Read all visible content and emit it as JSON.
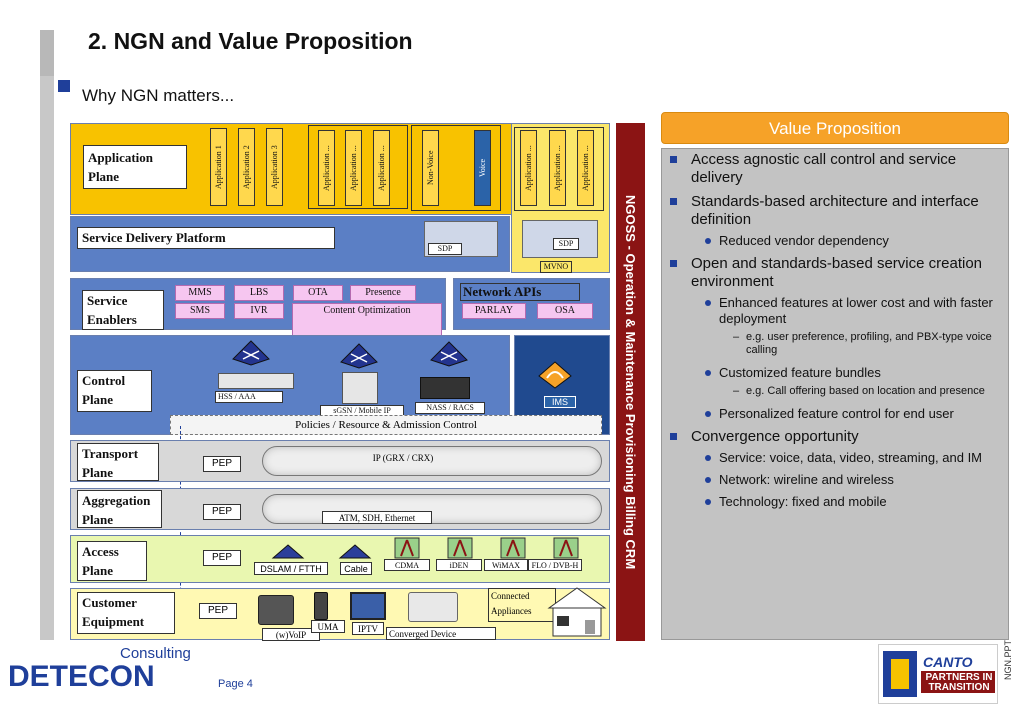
{
  "slide": {
    "title": "2. NGN and Value Proposition",
    "subtitle": "Why NGN matters..."
  },
  "diagram": {
    "app_plane": "Application Plane",
    "apps_group1": [
      "Application 1",
      "Application 2",
      "Application 3"
    ],
    "apps_group2": [
      "Application ...",
      "Application ...",
      "Application ..."
    ],
    "voice_group": [
      "Non-Voice",
      "Voice"
    ],
    "apps_mvno": [
      "Application ...",
      "Application ...",
      "Application ..."
    ],
    "sdp_label": "Service Delivery Platform",
    "sdp_tag": "SDP",
    "mvno_sdp_tag": "SDP",
    "mvno": "MVNO",
    "service_enablers": "Service Enablers",
    "enablers_row1": [
      "MMS",
      "LBS",
      "OTA",
      "Presence"
    ],
    "enablers_row2": [
      "SMS",
      "IVR"
    ],
    "content_opt": "Content Optimization",
    "network_apis": "Network APIs",
    "api_items": [
      "PARLAY",
      "OSA"
    ],
    "control_plane": "Control Plane",
    "hss": "HSS / AAA",
    "sgsn": "sGSN / Mobile IP",
    "nass": "NASS / RACS",
    "ims": "IMS",
    "policies": "Policies / Resource & Admission Control",
    "transport_plane": "Transport Plane",
    "transport_cloud": "IP (GRX / CRX)",
    "aggregation_plane": "Aggregation Plane",
    "aggregation_cloud": "ATM, SDH, Ethernet",
    "access_plane": "Access Plane",
    "access_items": [
      "DSLAM / FTTH",
      "Cable",
      "CDMA",
      "iDEN",
      "WiMAX",
      "FLO / DVB-H"
    ],
    "customer_equipment": "Customer Equipment",
    "customer_items": [
      "(w)VoIP",
      "UMA",
      "IPTV",
      "Converged Device",
      "Connected Appliances"
    ],
    "pep": "PEP",
    "ngoss": "NGOSS   - Operation & Maintenance Provisioning   Billing   CRM"
  },
  "value_proposition": {
    "header": "Value Proposition",
    "points": [
      {
        "text": "Access agnostic call control and service delivery",
        "subs": []
      },
      {
        "text": "Standards-based architecture and interface definition",
        "subs": [
          {
            "text": "Reduced vendor dependency",
            "subs": []
          }
        ]
      },
      {
        "text": "Open and standards-based service creation environment",
        "subs": [
          {
            "text": "Enhanced features at lower cost and with faster deployment",
            "subs": [
              "e.g. user preference, profiling, and PBX-type voice calling"
            ]
          },
          {
            "text": "Customized feature bundles",
            "subs": [
              "e.g. Call offering based on location and presence"
            ]
          },
          {
            "text": "Personalized feature control for end user",
            "subs": []
          }
        ]
      },
      {
        "text": "Convergence opportunity",
        "subs": [
          {
            "text": "Service: voice, data, video, streaming, and IM",
            "subs": []
          },
          {
            "text": "Network: wireline and wireless",
            "subs": []
          },
          {
            "text": "Technology: fixed and mobile",
            "subs": []
          }
        ]
      }
    ]
  },
  "footer": {
    "consulting": "Consulting",
    "company": "DETECON",
    "page": "Page 4",
    "doc_id": "NGN.PPT",
    "logo_text": "PARTNERS IN TRANSITION"
  },
  "colors": {
    "brand_blue": "#1f3f9a",
    "ngoss_red": "#8b1414",
    "vp_orange": "#f6a228"
  }
}
